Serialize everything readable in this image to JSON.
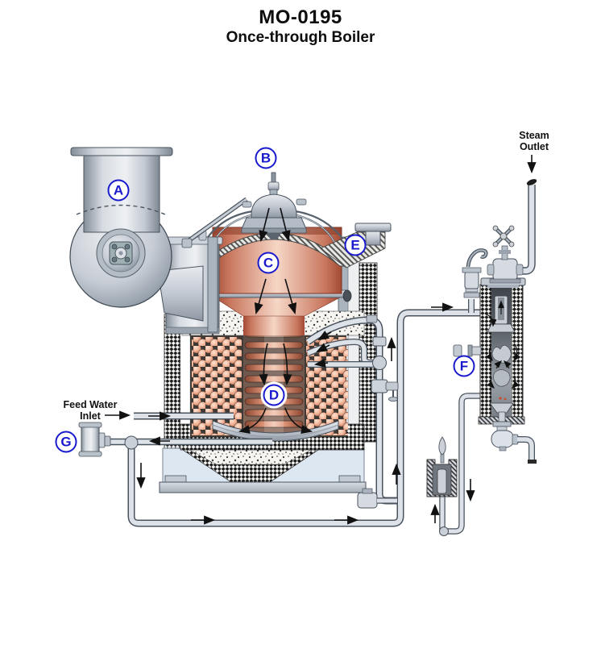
{
  "title": "MO-0195",
  "subtitle": "Once-through Boiler",
  "labels": {
    "a": "A",
    "b": "B",
    "c": "C",
    "d": "D",
    "e": "E",
    "f": "F",
    "g": "G"
  },
  "annotations": {
    "steam_outlet": [
      "Steam",
      "Outlet"
    ],
    "feed_water": [
      "Feed Water",
      "Inlet"
    ]
  },
  "colors": {
    "callout_blue": "#1a1acd",
    "chamber_salmon": "#d9896c",
    "tube_salmon": "#f0b094",
    "insulation_black": "#1c1c1c",
    "metal_gray": "#c6cdd4",
    "base_blue": "#dde7f2"
  }
}
